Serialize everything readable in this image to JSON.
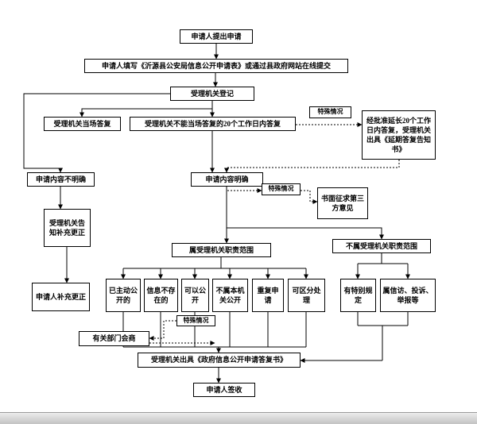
{
  "colors": {
    "box_border": "#000000",
    "box_fill": "#ffffff",
    "connector": "#000000",
    "page_bg": "#ffffff",
    "statusbar": "#d4d0c8"
  },
  "diagram": {
    "nodes": {
      "submit": {
        "label": "申请人提出申请"
      },
      "fill_form": {
        "label": "申请人填写《沂源县公安局信息公开申请表》或通过县政府网站在线提交"
      },
      "register": {
        "label": "受理机关登记"
      },
      "onspot": {
        "label": "受理机关当场答复"
      },
      "within20": {
        "label": "受理机关不能当场答复的20个工作日内答复"
      },
      "special1": {
        "label": "特殊情况"
      },
      "extension": {
        "label": "经批准延长20个工作日内答复，受理机关出具《延期答复告知书》"
      },
      "unclear": {
        "label": "申请内容不明确"
      },
      "clear": {
        "label": "申请内容明确"
      },
      "special2": {
        "label": "特殊情况"
      },
      "third_party": {
        "label": "书面征求第三方意见"
      },
      "notify": {
        "label": "受理机关告知补充更正"
      },
      "in_scope": {
        "label": "属受理机关职责范围"
      },
      "out_scope": {
        "label": "不属受理机关职责范围"
      },
      "supplement": {
        "label": "申请人补充更正"
      },
      "published": {
        "label": "已主动公开的"
      },
      "not_exist": {
        "label": "信息不存在的"
      },
      "can_open": {
        "label": "可以公开"
      },
      "other_org": {
        "label": "不属本机关公开"
      },
      "repeat": {
        "label": "重复申请"
      },
      "separable": {
        "label": "可区分处理"
      },
      "special_rule": {
        "label": "有特别规定"
      },
      "petition": {
        "label": "属信访、投诉、举报等"
      },
      "special3": {
        "label": "特殊情况"
      },
      "consult": {
        "label": "有关部门会商"
      },
      "reply_doc": {
        "label": "受理机关出具《政府信息公开申请答复书》"
      },
      "sign": {
        "label": "申请人签收"
      }
    }
  }
}
